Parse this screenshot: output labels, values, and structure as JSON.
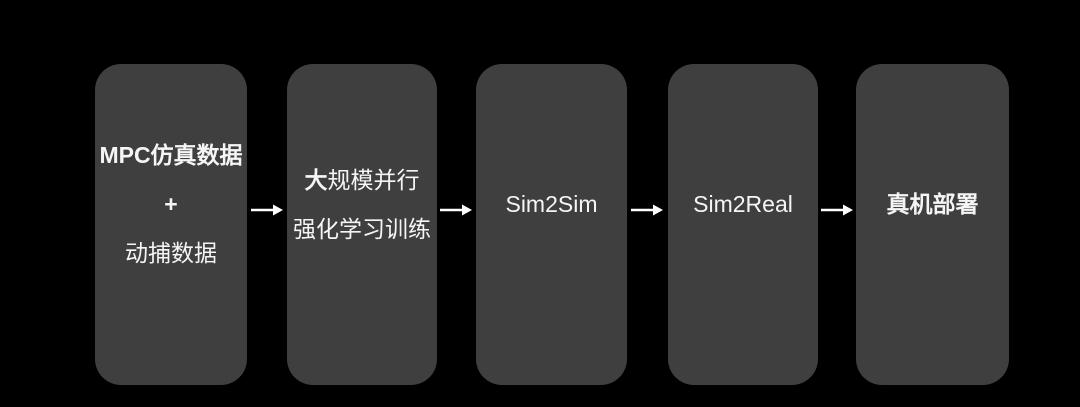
{
  "colors": {
    "background": "#000000",
    "node_fill": "#3f3f3f",
    "text": "#f5f5f5",
    "arrow": "#ffffff"
  },
  "flowchart": {
    "type": "pipeline",
    "direction": "left-to-right",
    "nodes": [
      {
        "id": "mpc-data",
        "line1": "MPC仿真数据",
        "line2": "+",
        "line3": "动捕数据"
      },
      {
        "id": "rl-training",
        "line1_bold": "大",
        "line1_rest": "规模并行",
        "line2": "强化学习训练"
      },
      {
        "id": "sim2sim",
        "label": "Sim2Sim"
      },
      {
        "id": "sim2real",
        "label": "Sim2Real"
      },
      {
        "id": "deployment",
        "label": "真机部署"
      }
    ],
    "arrows": [
      {
        "from": "mpc-data",
        "to": "rl-training"
      },
      {
        "from": "rl-training",
        "to": "sim2sim"
      },
      {
        "from": "sim2sim",
        "to": "sim2real"
      },
      {
        "from": "sim2real",
        "to": "deployment"
      }
    ]
  }
}
